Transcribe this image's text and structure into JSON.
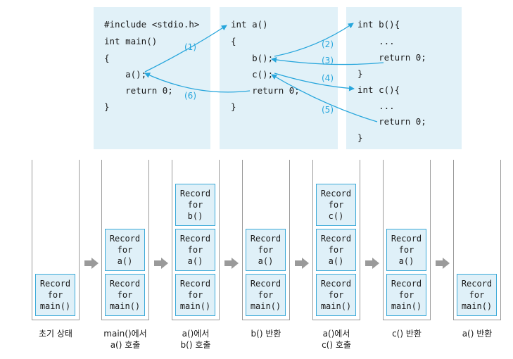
{
  "code": {
    "main": [
      "#include <stdio.h>",
      "int main()",
      "{",
      "    a();",
      "    return 0;",
      "}"
    ],
    "a": [
      "int a()",
      "{",
      "    b();",
      "    c();",
      "    return 0;",
      "}"
    ],
    "b": [
      "int b(){",
      "    ...",
      "    return 0;",
      "}"
    ],
    "c": [
      "int c(){",
      "    ...",
      "    return 0;",
      "}"
    ]
  },
  "steps": [
    "(1)",
    "(2)",
    "(3)",
    "(4)",
    "(5)",
    "(6)"
  ],
  "record_text": "Record",
  "for_text": "for",
  "stacks": [
    {
      "records": [
        "main()"
      ],
      "caption": [
        "초기 상태"
      ]
    },
    {
      "records": [
        "a()",
        "main()"
      ],
      "caption": [
        "main()에서",
        "a() 호출"
      ]
    },
    {
      "records": [
        "b()",
        "a()",
        "main()"
      ],
      "caption": [
        "a()에서",
        "b() 호출"
      ]
    },
    {
      "records": [
        "a()",
        "main()"
      ],
      "caption": [
        "b() 반환"
      ]
    },
    {
      "records": [
        "c()",
        "a()",
        "main()"
      ],
      "caption": [
        "a()에서",
        "c() 호출"
      ]
    },
    {
      "records": [
        "a()",
        "main()"
      ],
      "caption": [
        "c() 반환"
      ]
    },
    {
      "records": [
        "main()"
      ],
      "caption": [
        "a() 반환"
      ]
    }
  ],
  "colors": {
    "panel": "#e1f1f8",
    "accent": "#27a6dc",
    "record_border": "#3aa9d8",
    "record_fill": "#dff0f8",
    "flow_arrow": "#9a9a9a",
    "stack_wall": "#9a9a9a"
  }
}
